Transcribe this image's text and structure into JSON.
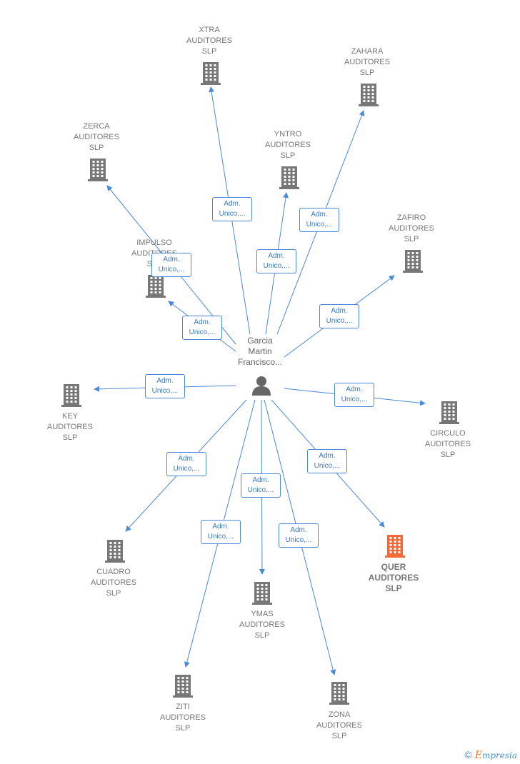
{
  "center": {
    "label": "Garcia\nMartin\nFrancisco..."
  },
  "edge_label": "Adm.\nUnico,...",
  "companies": [
    {
      "id": "xtra",
      "label": "XTRA\nAUDITORES\nSLP",
      "highlight": false
    },
    {
      "id": "zahara",
      "label": "ZAHARA\nAUDITORES\nSLP",
      "highlight": false
    },
    {
      "id": "zerca",
      "label": "ZERCA\nAUDITORES\nSLP",
      "highlight": false
    },
    {
      "id": "yntro",
      "label": "YNTRO\nAUDITORES\nSLP",
      "highlight": false
    },
    {
      "id": "zafiro",
      "label": "ZAFIRO\nAUDITORES\nSLP",
      "highlight": false
    },
    {
      "id": "impulso",
      "label": "IMPULSO\nAUDITORES\nSLP",
      "highlight": false
    },
    {
      "id": "key",
      "label": "KEY\nAUDITORES\nSLP",
      "highlight": false
    },
    {
      "id": "circulo",
      "label": "CIRCULO\nAUDITORES\nSLP",
      "highlight": false
    },
    {
      "id": "cuadro",
      "label": "CUADRO\nAUDITORES\nSLP",
      "highlight": false
    },
    {
      "id": "quer",
      "label": "QUER\nAUDITORES\nSLP",
      "highlight": true
    },
    {
      "id": "ymas",
      "label": "YMAS\nAUDITORES\nSLP",
      "highlight": false
    },
    {
      "id": "ziti",
      "label": "ZITI\nAUDITORES\nSLP",
      "highlight": false
    },
    {
      "id": "zona",
      "label": "ZONA\nAUDITORES\nSLP",
      "highlight": false
    }
  ],
  "colors": {
    "edge": "#4a88d8",
    "building": "#777777",
    "building_highlight": "#f26a3a",
    "person": "#666666"
  },
  "footer": {
    "copyright": "©",
    "brand_initial": "E",
    "brand_rest": "mpresia"
  }
}
